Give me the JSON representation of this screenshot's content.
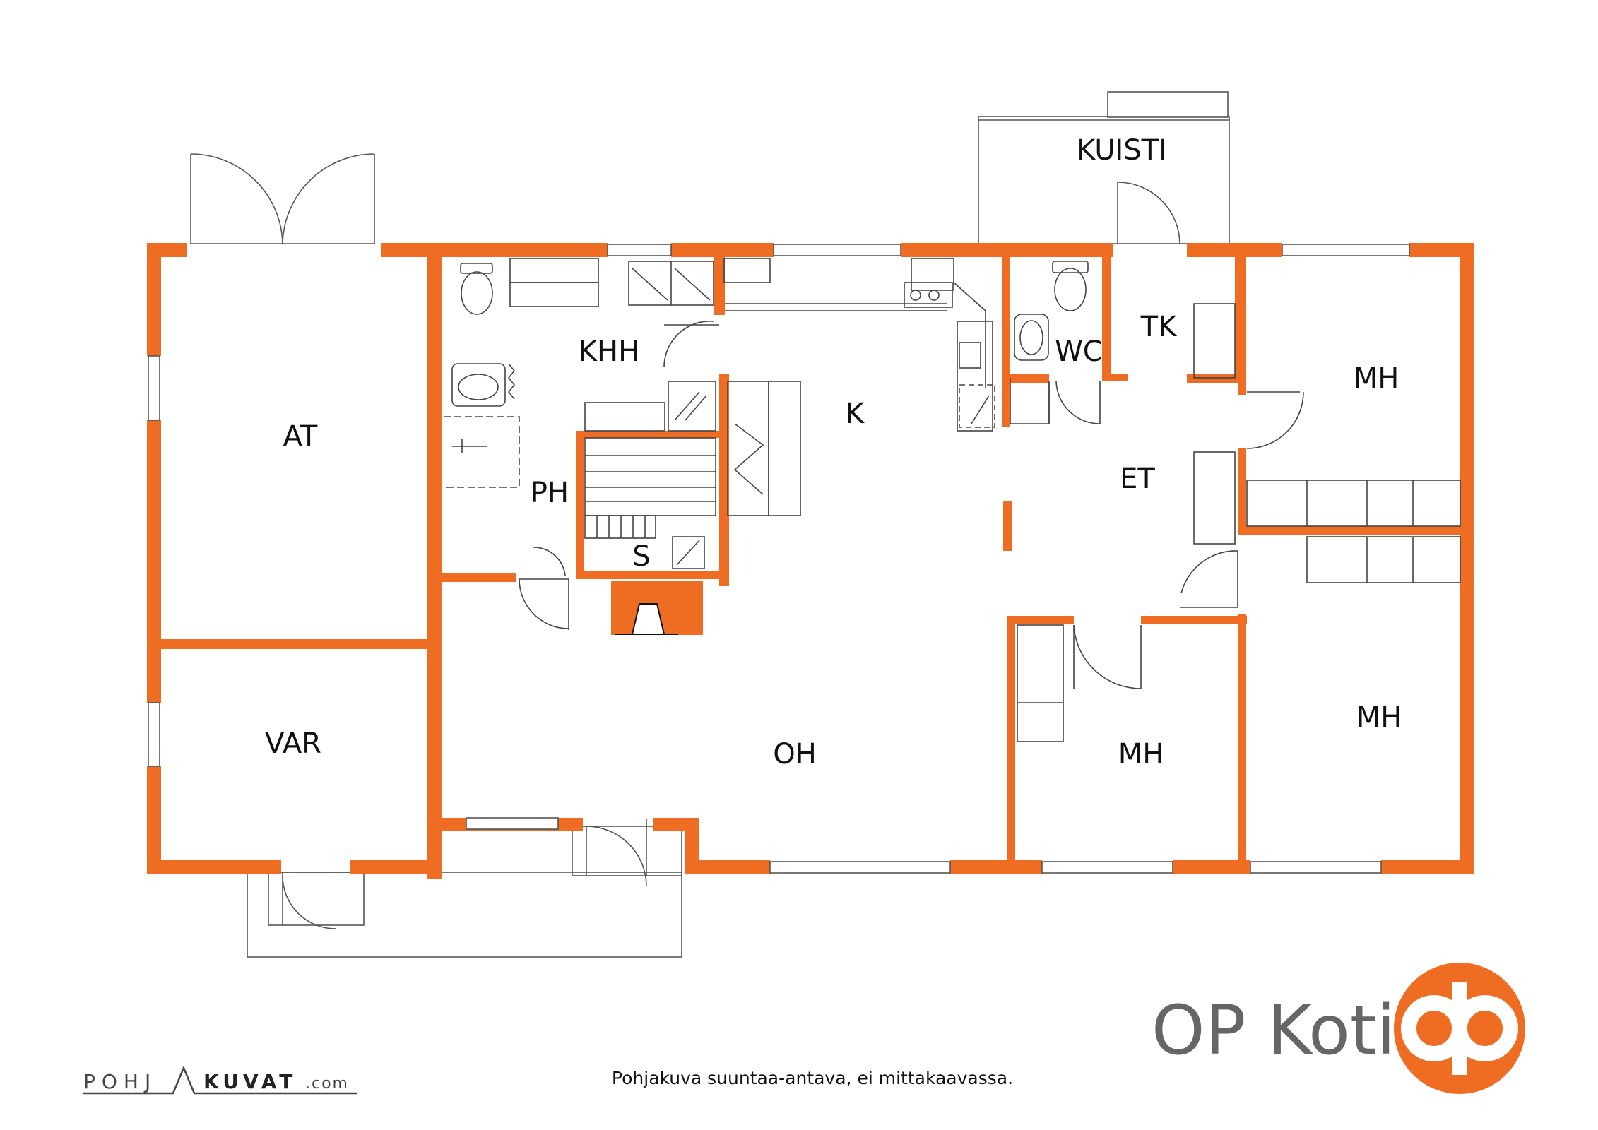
{
  "rooms": {
    "kuisti": "KUISTI",
    "at": "AT",
    "var": "VAR",
    "khh": "KHH",
    "ph": "PH",
    "s": "S",
    "k": "K",
    "wc": "WC",
    "tk": "TK",
    "et": "ET",
    "oh": "OH",
    "mh_top_right": "MH",
    "mh_middle": "MH",
    "mh_bottom_right": "MH"
  },
  "brand": {
    "name": "OP Koti",
    "color": "#ef6c23"
  },
  "pohjakuvat_logo": "POHJAKUVAT.com",
  "caption": "Pohjakuva suuntaa-antava, ei mittakaavassa.",
  "colors": {
    "wall": "#ef6c23",
    "line": "#555555"
  }
}
